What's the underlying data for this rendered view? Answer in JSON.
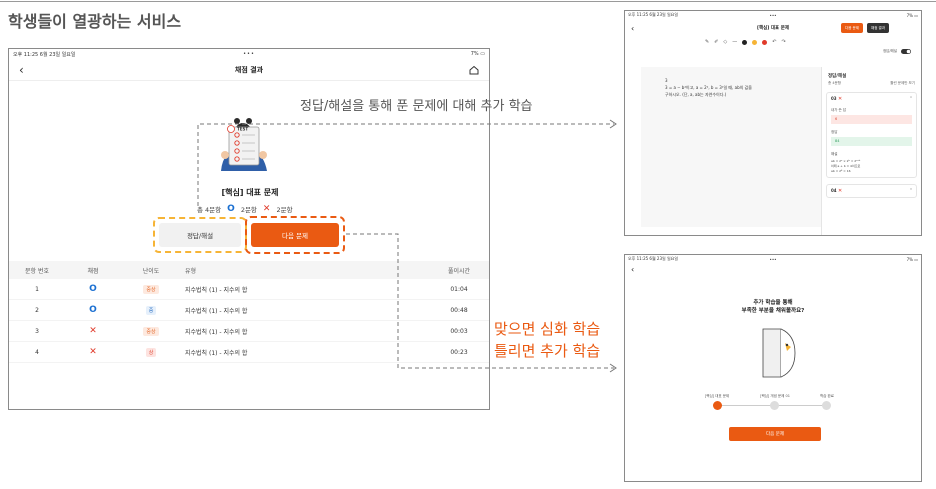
{
  "slide": {
    "title": "학생들이 열광하는 서비스"
  },
  "main": {
    "status": {
      "time": "오후 11:25  6월 23일 일요일",
      "dots": "•••",
      "battery": "7% ▭"
    },
    "nav": {
      "back": "‹",
      "title": "채점 결과"
    },
    "problem_title": "[핵심] 대표 문제",
    "counts": {
      "total": "총 4문항",
      "correct_symbol": "O",
      "correct": "2문항",
      "wrong_symbol": "✕",
      "wrong": "2문항"
    },
    "buttons": {
      "answer": "정답/해설",
      "next": "다음 문제"
    },
    "table": {
      "headers": [
        "문항 번호",
        "채점",
        "난이도",
        "유형",
        "풀이시간"
      ],
      "rows": [
        {
          "no": "1",
          "mark": "O",
          "level": "중상",
          "type": "지수법칙 (1) - 지수의 합",
          "time": "01:04"
        },
        {
          "no": "2",
          "mark": "O",
          "level": "중",
          "type": "지수법칙 (1) - 지수의 합",
          "time": "00:48"
        },
        {
          "no": "3",
          "mark": "✕",
          "level": "중상",
          "type": "지수법칙 (1) - 지수의 합",
          "time": "00:03"
        },
        {
          "no": "4",
          "mark": "✕",
          "level": "상",
          "type": "지수법칙 (1) - 지수의 합",
          "time": "00:23"
        }
      ]
    },
    "illustration_text": "TEST"
  },
  "annotations": {
    "top": "정답/해설을 통해 푼 문제에 대해 추가 학습",
    "bottom_line1": "맞으면 심화 학습",
    "bottom_line2": "틀리면 추가 학습"
  },
  "right_top": {
    "status": {
      "time": "오후 11:25  6월 23일 일요일",
      "dots": "•••",
      "battery": "7% ▭"
    },
    "nav": {
      "back": "‹",
      "title": "[핵심] 대표 문제",
      "next_button": "다음 문제",
      "result_button": "채점 결과"
    },
    "toggle_label": "정답/해설",
    "question": {
      "number": "3",
      "line1": "3 = a − b⁴이고, a = 2², b = 3²일 때, ab의 값을",
      "line2": "구하시오. (단, a, ab는 자연수이다.)"
    },
    "panel": {
      "title": "정답/해설",
      "total": "총 4문항",
      "only_wrong": "틀린 문제만 보기",
      "q3": {
        "label": "03",
        "mark": "✕",
        "my_answer_label": "내가 쓴 답",
        "my_answer": "6",
        "answer_label": "정답",
        "answer": "84",
        "solution_label": "해설",
        "solution1": "ab = 2ᵃ × 2ᵇ = 2ᵃ⁺ᵇ",
        "solution2": "이때 a + b = 4이므로",
        "solution3": "ab = 2⁴ = 16"
      },
      "q4": {
        "label": "04",
        "mark": "✕"
      }
    }
  },
  "right_bottom": {
    "status": {
      "time": "오후 11:25  6월 23일 일요일",
      "dots": "•••",
      "battery": "7% ▭"
    },
    "back": "‹",
    "heading_line1": "추가 학습을 통해",
    "heading_line2": "부족한 부분을 채워볼까요?",
    "steps": [
      "[핵심] 대표 문제",
      "[핵심] 개념 문제 01",
      "학습 완료"
    ],
    "next_button": "다음 문제"
  },
  "colors": {
    "accent": "#ea5a12",
    "highlight": "#f6b436",
    "correct": "#1a6fd1",
    "wrong": "#e03a2a"
  }
}
